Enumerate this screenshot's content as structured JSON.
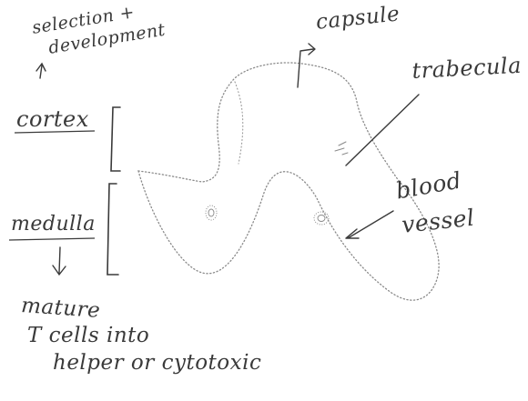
{
  "labels": {
    "selection": "selection +",
    "development": "development",
    "capsule": "capsule",
    "trabecula": "trabecula",
    "cortex": "cortex",
    "medulla": "medulla",
    "mature": "mature",
    "cells": "T cells into",
    "helper": "helper or cytotoxic",
    "blood_line1": "blood",
    "blood_line2": "vessel"
  },
  "colors": {
    "ink": "#3a3a3a",
    "outline": "#8a8a8a"
  }
}
